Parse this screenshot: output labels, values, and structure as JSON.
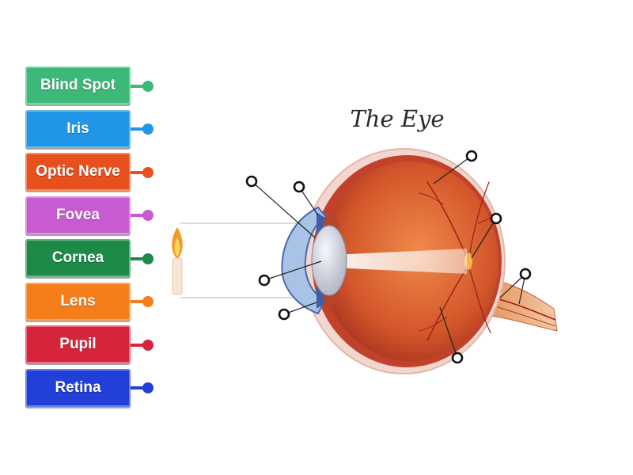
{
  "diagram_title": "The Eye",
  "labels": [
    {
      "text": "Blind Spot",
      "color": "#3cb878"
    },
    {
      "text": "Iris",
      "color": "#2196e6"
    },
    {
      "text": "Optic Nerve",
      "color": "#e8501e"
    },
    {
      "text": "Fovea",
      "color": "#c85bd2"
    },
    {
      "text": "Cornea",
      "color": "#1e8a48"
    },
    {
      "text": "Lens",
      "color": "#f57e1a"
    },
    {
      "text": "Pupil",
      "color": "#d6243a"
    },
    {
      "text": "Retina",
      "color": "#2240d8"
    }
  ],
  "colors": {
    "sclera_outer": "#f3d7cf",
    "choroid": "#c2412a",
    "vitreous": "#d45a2a",
    "iris": "#3d5ea8",
    "lens": "#dfe2ea",
    "optic_nerve": "#d6743f",
    "vessel": "#9c1c14",
    "flame": "#f29a2a"
  },
  "icons": {
    "candle": "candle-icon",
    "drop_target": "drop-target-circle"
  }
}
